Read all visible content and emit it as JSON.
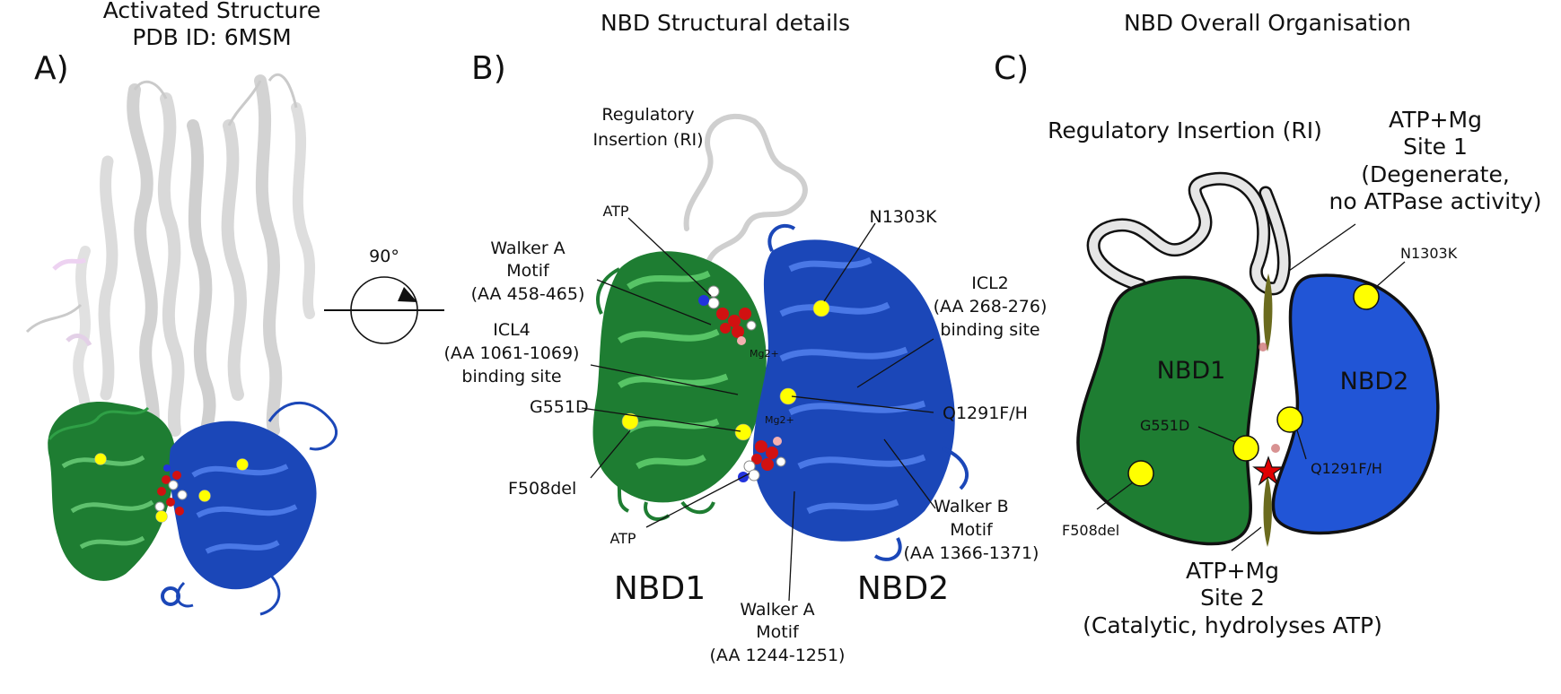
{
  "figure": {
    "colors": {
      "nbd1": "#1e7d32",
      "nbd2": "#2155d6",
      "ri": "#e6e6e6",
      "mutation": "#ffff00",
      "atp_oxygen": "#d11111",
      "atp_site": "#6b6b1e"
    },
    "panel_a": {
      "letter": "A)",
      "title_line1": "Activated Structure",
      "title_line2": "PDB ID: 6MSM"
    },
    "rotation": {
      "angle_label": "90°"
    },
    "panel_b": {
      "letter": "B)",
      "title": "NBD Structural details",
      "ri_line1": "Regulatory",
      "ri_line2": "Insertion (RI)",
      "atp_top": "ATP",
      "atp_bottom": "ATP",
      "walker_a1_line1": "Walker A",
      "walker_a1_line2": "Motif",
      "walker_a1_line3": "(AA 458-465)",
      "icl4_line1": "ICL4",
      "icl4_line2": "(AA 1061-1069)",
      "icl4_line3": "binding site",
      "g551d": "G551D",
      "f508del": "F508del",
      "mg_top": "Mg2+",
      "mg_bottom": "Mg2+",
      "n1303k": "N1303K",
      "icl2_line1": "ICL2",
      "icl2_line2": "(AA 268-276)",
      "icl2_line3": "binding site",
      "q1291": "Q1291F/H",
      "walker_b_line1": "Walker B",
      "walker_b_line2": "Motif",
      "walker_b_line3": "(AA 1366-1371)",
      "walker_a2_line1": "Walker A",
      "walker_a2_line2": "Motif",
      "walker_a2_line3": "(AA  1244-1251)",
      "nbd1": "NBD1",
      "nbd2": "NBD2"
    },
    "panel_c": {
      "letter": "C)",
      "title": "NBD Overall Organisation",
      "ri": "Regulatory Insertion (RI)",
      "site1_line1": "ATP+Mg",
      "site1_line2": "Site 1",
      "site1_line3": "(Degenerate,",
      "site1_line4": "no ATPase activity)",
      "n1303k": "N1303K",
      "nbd1": "NBD1",
      "nbd2": "NBD2",
      "g551d": "G551D",
      "q1291": "Q1291F/H",
      "f508del": "F508del",
      "site2_line1": "ATP+Mg",
      "site2_line2": "Site 2",
      "site2_line3": "(Catalytic, hydrolyses ATP)"
    }
  }
}
